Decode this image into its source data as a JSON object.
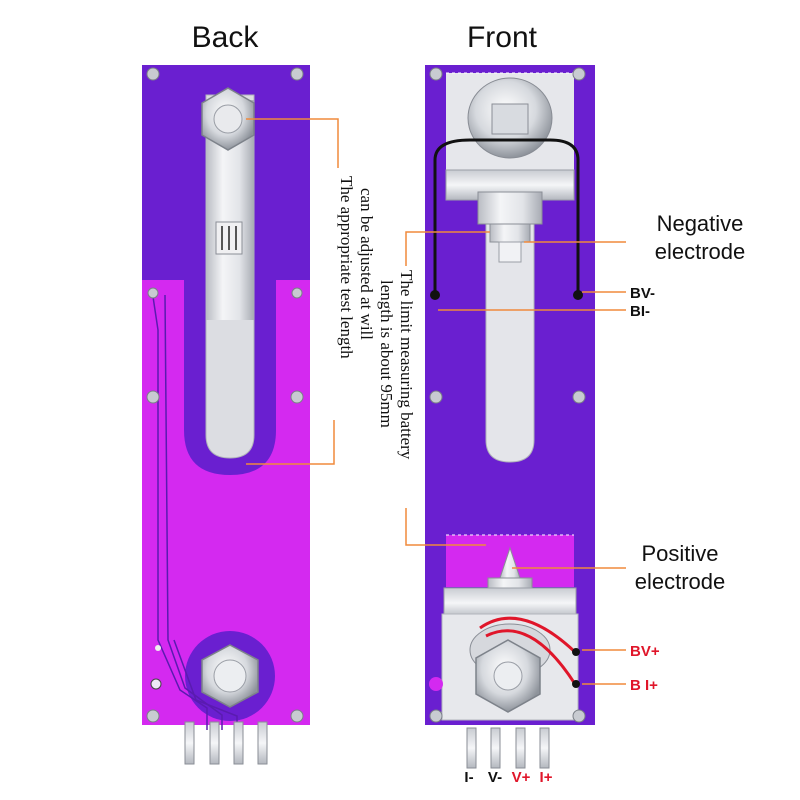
{
  "titles": {
    "back": "Back",
    "front": "Front"
  },
  "back_note": {
    "line1": "The appropriate test length",
    "line2": "can be adjusted at will"
  },
  "front_note": {
    "line1": "The limit measuring battery",
    "line2": "length is about 95mm"
  },
  "callouts": {
    "negative_line1": "Negative",
    "negative_line2": "electrode",
    "positive_line1": "Positive",
    "positive_line2": "electrode"
  },
  "terminal_labels": {
    "bv_minus": "BV-",
    "bi_minus": "BI-",
    "bv_plus": "BV+",
    "bi_plus": "B I+"
  },
  "pins": {
    "i_minus": "I-",
    "v_minus": "V-",
    "v_plus": "V+",
    "i_plus": "I+"
  },
  "colors": {
    "board_purple": "#6a1fd0",
    "board_magenta": "#d429f0",
    "accent_orange": "#f08a3c",
    "plus_red": "#e0162a",
    "text": "#111111"
  }
}
